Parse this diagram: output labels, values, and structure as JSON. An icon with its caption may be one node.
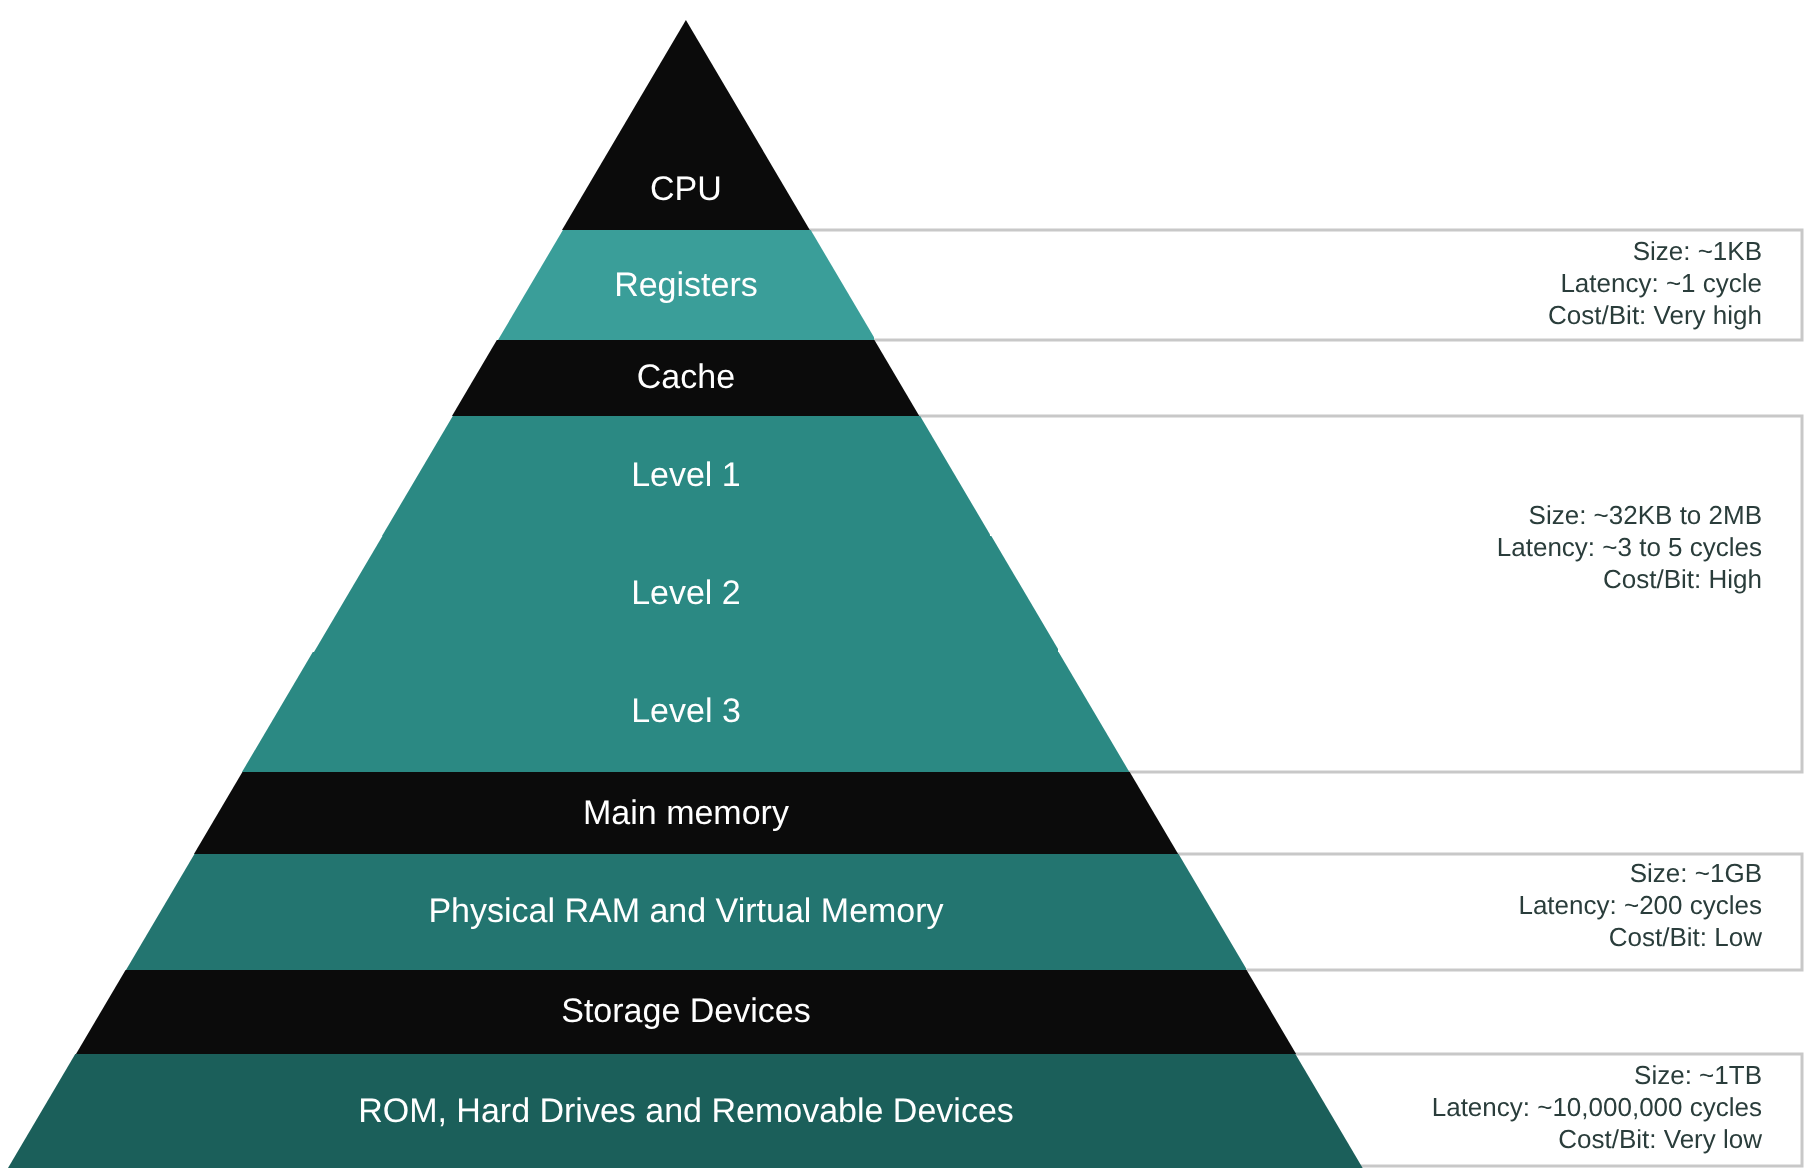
{
  "diagram": {
    "nodes": [
      {
        "text": [
          "CPU"
        ]
      },
      {
        "text": [
          "Registers"
        ]
      },
      {
        "text": [
          "Cache"
        ]
      },
      {
        "text": [
          "Level 1"
        ]
      },
      {
        "text": [
          "Level 2"
        ]
      },
      {
        "text": [
          "Level 3"
        ]
      },
      {
        "text": [
          "Main memory"
        ]
      },
      {
        "text": [
          "Physical RAM and Virtual Memory"
        ]
      },
      {
        "text": [
          "Storage Devices"
        ]
      },
      {
        "text": [
          "ROM, Hard Drives  and Removable Devices"
        ]
      }
    ],
    "labels": [
      "Size: ~1KB",
      "Latency: ~1 cycle",
      "Cost/Bit: Very high",
      "Size: ~32KB to 2MB",
      "Latency: ~3 to 5 cycles",
      "Cost/Bit: High",
      "Size: ~1GB",
      "Latency: ~200 cycles",
      "Cost/Bit: Low",
      "Size: ~1TB",
      "Latency: ~10,000,000 cycles",
      "Cost/Bit: Very low"
    ]
  }
}
